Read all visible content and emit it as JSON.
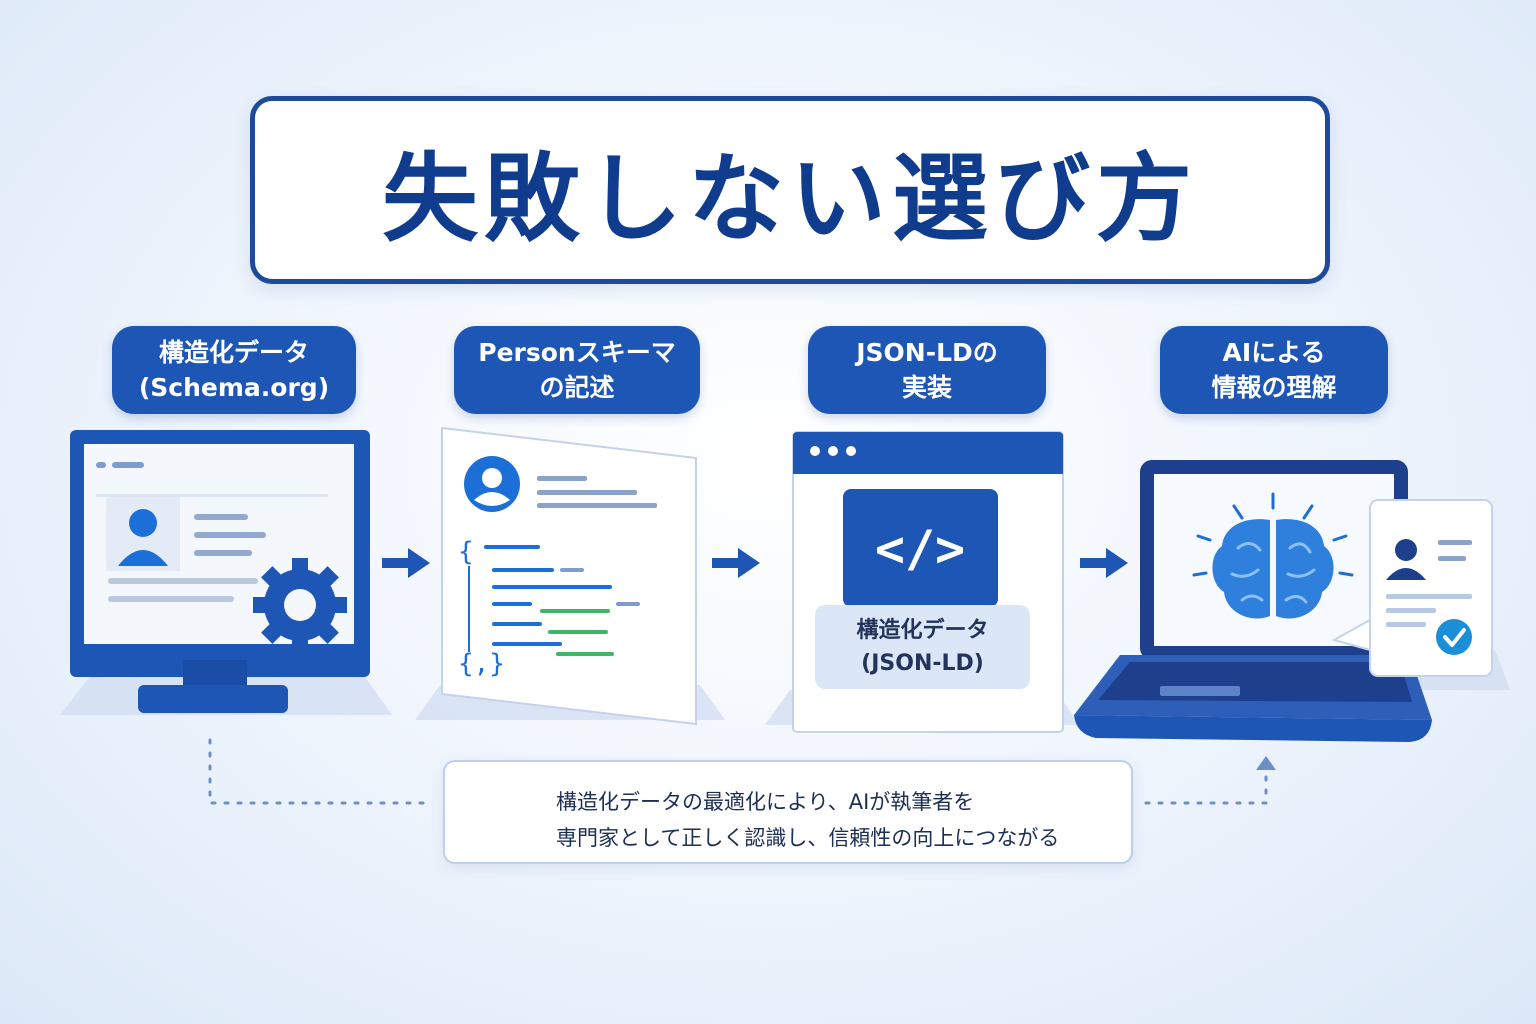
{
  "title": "失敗しない選び方",
  "steps": [
    {
      "line1": "構造化データ",
      "line2": "(Schema.org)"
    },
    {
      "line1": "Personスキーマ",
      "line2": "の記述"
    },
    {
      "line1": "JSON-LDの",
      "line2": "実装"
    },
    {
      "line1": "AIによる",
      "line2": "情報の理解"
    }
  ],
  "json_card": {
    "line1": "構造化データ",
    "line2": "(JSON-LD)",
    "code_glyph": "</>"
  },
  "note": {
    "line1": "構造化データの最適化により、AIが執筆者を",
    "line2": "専門家として正しく認識し、信頼性の向上につながる"
  },
  "icons": [
    "monitor-icon",
    "gear-icon",
    "user-avatar-icon",
    "code-document-icon",
    "browser-window-icon",
    "code-tag-icon",
    "laptop-icon",
    "brain-icon",
    "profile-card-icon",
    "check-icon",
    "arrow-right-icon"
  ],
  "colors": {
    "primary": "#1d56b4",
    "dark": "#0f3c8c",
    "light": "#dbe6f6",
    "accent_green": "#3fb56a",
    "check": "#1a8fd8"
  }
}
